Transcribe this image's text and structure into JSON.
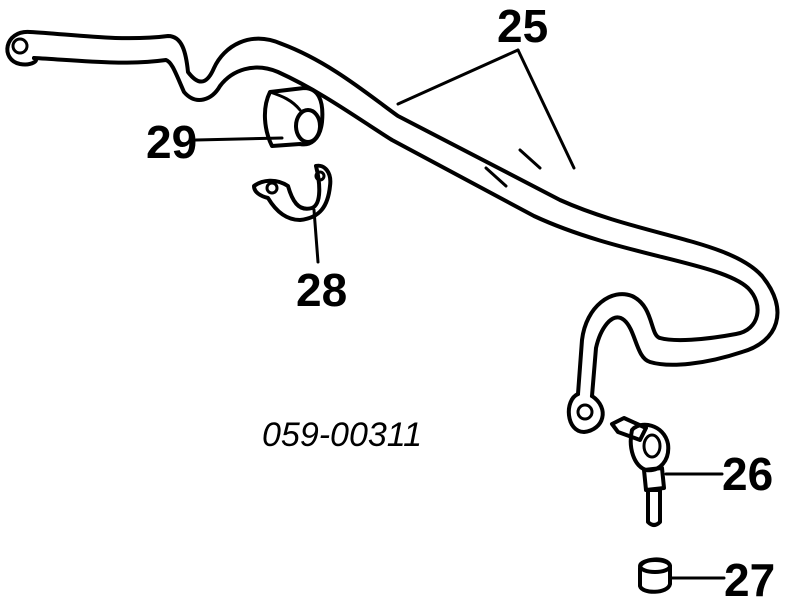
{
  "callouts": {
    "stabilizer_bar": "25",
    "link": "26",
    "link_bushing": "27",
    "bracket": "28",
    "bushing": "29"
  },
  "part_number": "059-00311",
  "colors": {
    "ink": "#000000",
    "background": "#ffffff"
  }
}
